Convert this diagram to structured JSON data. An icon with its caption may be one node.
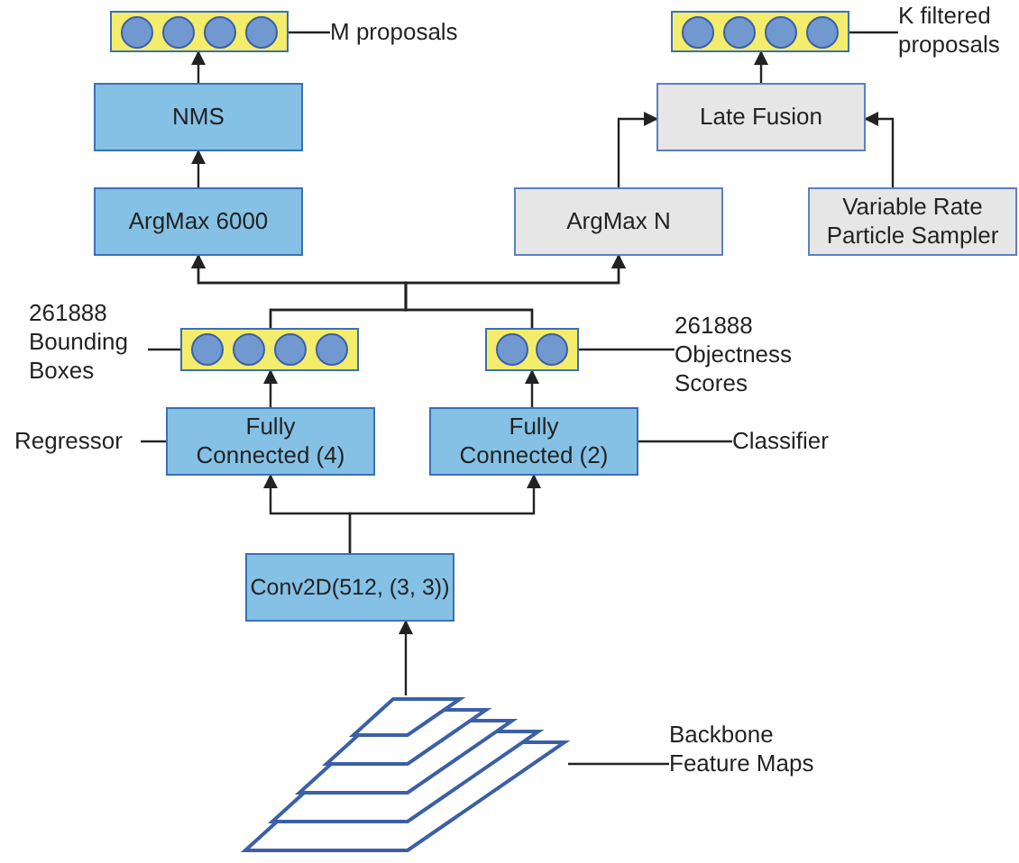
{
  "diagram": {
    "nodes": [
      {
        "text": [],
        "shape": "bar"
      },
      {
        "text": [
          "M proposals"
        ]
      },
      {
        "text": [],
        "shape": "bar"
      },
      {
        "text": [
          "K filtered proposals"
        ]
      },
      {
        "text": [
          "NMS"
        ]
      },
      {
        "text": [
          "Late Fusion"
        ]
      },
      {
        "text": [
          "ArgMax 6000"
        ]
      },
      {
        "text": [
          "ArgMax N"
        ]
      },
      {
        "text": [
          "Variable Rate Particle Sampler"
        ]
      },
      {
        "text": [
          "261888 Bounding Boxes"
        ]
      },
      {
        "text": [],
        "shape": "bar"
      },
      {
        "text": [],
        "shape": "bar"
      },
      {
        "text": [
          "261888 Objectness Scores"
        ]
      },
      {
        "text": [
          "Regressor"
        ]
      },
      {
        "text": [
          "Fully Connected (4)"
        ]
      },
      {
        "text": [
          "Fully Connected (2)"
        ]
      },
      {
        "text": [
          "Classifier"
        ]
      },
      {
        "text": [
          "Conv2D(512, (3, 3))"
        ]
      },
      {
        "text": [],
        "shape": "picture"
      },
      {
        "text": [
          "Backbone Feature Maps"
        ]
      }
    ],
    "edges": [
      {
        "from": 4,
        "to": 0,
        "arrow": "to"
      },
      {
        "from": 6,
        "to": 4,
        "arrow": "to"
      },
      {
        "from": 1,
        "to": 0,
        "arrow": "none"
      },
      {
        "from": 7,
        "to": 5,
        "arrow": "to"
      },
      {
        "from": 8,
        "to": 5,
        "arrow": "to"
      },
      {
        "from": 5,
        "to": 2,
        "arrow": "to"
      },
      {
        "from": 3,
        "to": 2,
        "arrow": "none"
      },
      {
        "from": 10,
        "to": 6,
        "arrow": "to"
      },
      {
        "from": 10,
        "to": 7,
        "arrow": "to"
      },
      {
        "from": 11,
        "to": 6,
        "arrow": "to"
      },
      {
        "from": 11,
        "to": 7,
        "arrow": "to"
      },
      {
        "from": 9,
        "to": 10,
        "arrow": "none"
      },
      {
        "from": 12,
        "to": 11,
        "arrow": "none"
      },
      {
        "from": 14,
        "to": 10,
        "arrow": "to"
      },
      {
        "from": 15,
        "to": 11,
        "arrow": "to"
      },
      {
        "from": 13,
        "to": 14,
        "arrow": "none"
      },
      {
        "from": 16,
        "to": 15,
        "arrow": "none"
      },
      {
        "from": 17,
        "to": 14,
        "arrow": "to"
      },
      {
        "from": 17,
        "to": 15,
        "arrow": "to"
      },
      {
        "from": 18,
        "to": 17,
        "arrow": "to"
      },
      {
        "from": 19,
        "to": 18,
        "arrow": "none"
      }
    ]
  }
}
